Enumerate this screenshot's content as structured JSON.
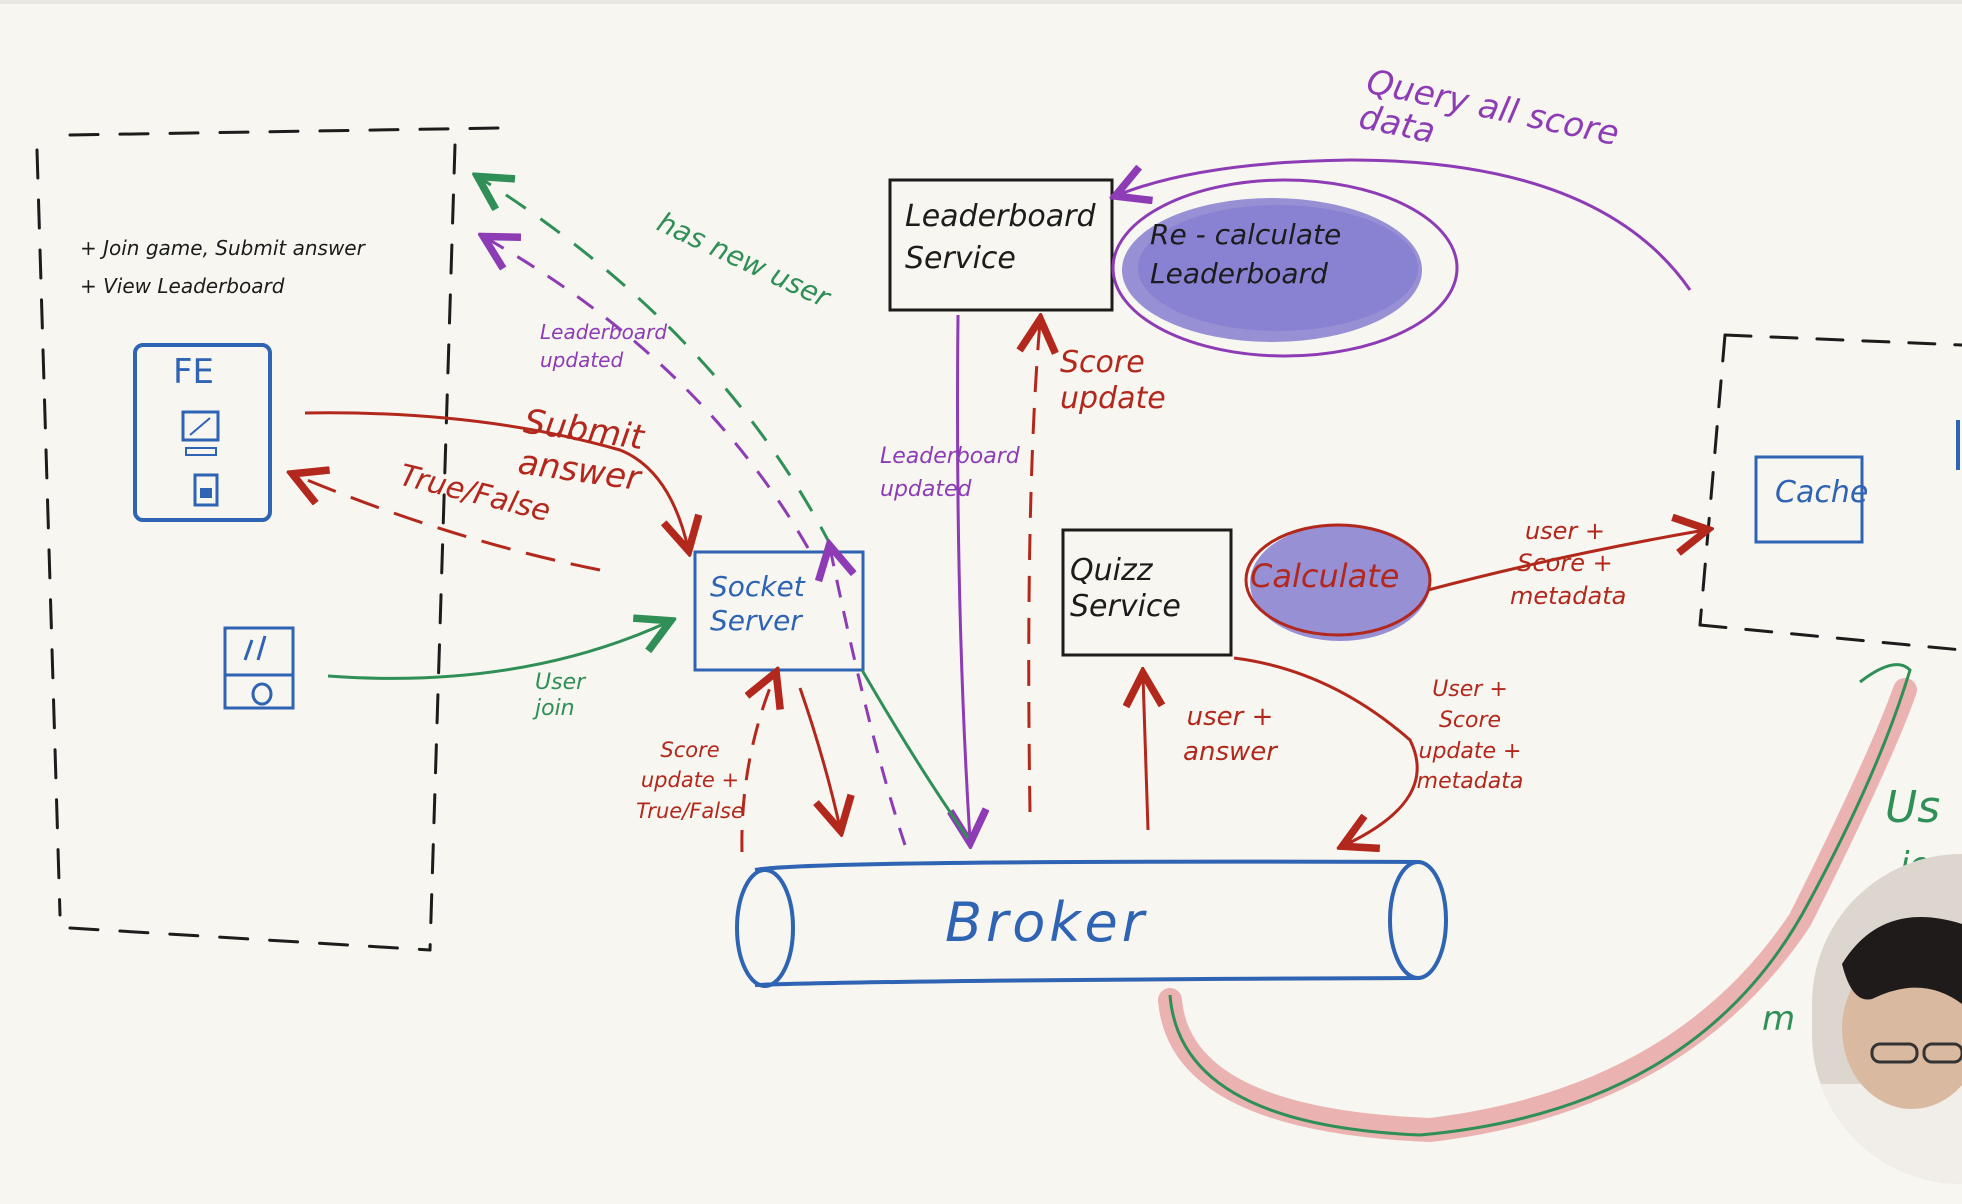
{
  "frontend": {
    "features": [
      "+ Join game, Submit answer",
      "+ View Leaderboard"
    ],
    "fe_label": "FE"
  },
  "services": {
    "leaderboard": "Leaderboard Service",
    "socket": "Socket Server",
    "quiz": "Quizz Service",
    "cache": "Cache",
    "broker": "Broker",
    "recalculate": "Re - calculate Leaderboard",
    "calculate": "Calculate"
  },
  "labels": {
    "query_all": "Query all score data",
    "has_new_user": "has new user",
    "leaderboard_updated_left": "Leaderboard updated",
    "submit_answer": "Submit answer",
    "true_false": "True/False",
    "user_join": "User join",
    "score_update_right": "Score update",
    "leaderboard_updated_mid": "Leaderboard updated",
    "user_score_metadata": "user + Score + metadata",
    "score_update_true_false": "Score update + True/False",
    "user_answer": "user + answer",
    "user_score_update_metadata": "User + Score update + metadata",
    "partial_us": "Us",
    "partial_jo": "jo",
    "partial_m": "m"
  },
  "colors": {
    "background": "#f7f6f0",
    "blue": "#2f63b3",
    "red": "#b3281d",
    "purple": "#8d3cb5",
    "green": "#2f8f57",
    "black": "#1c1c1c",
    "highlight_fill": "#6e65c9",
    "pink_highlight": "#e8a7a6"
  }
}
